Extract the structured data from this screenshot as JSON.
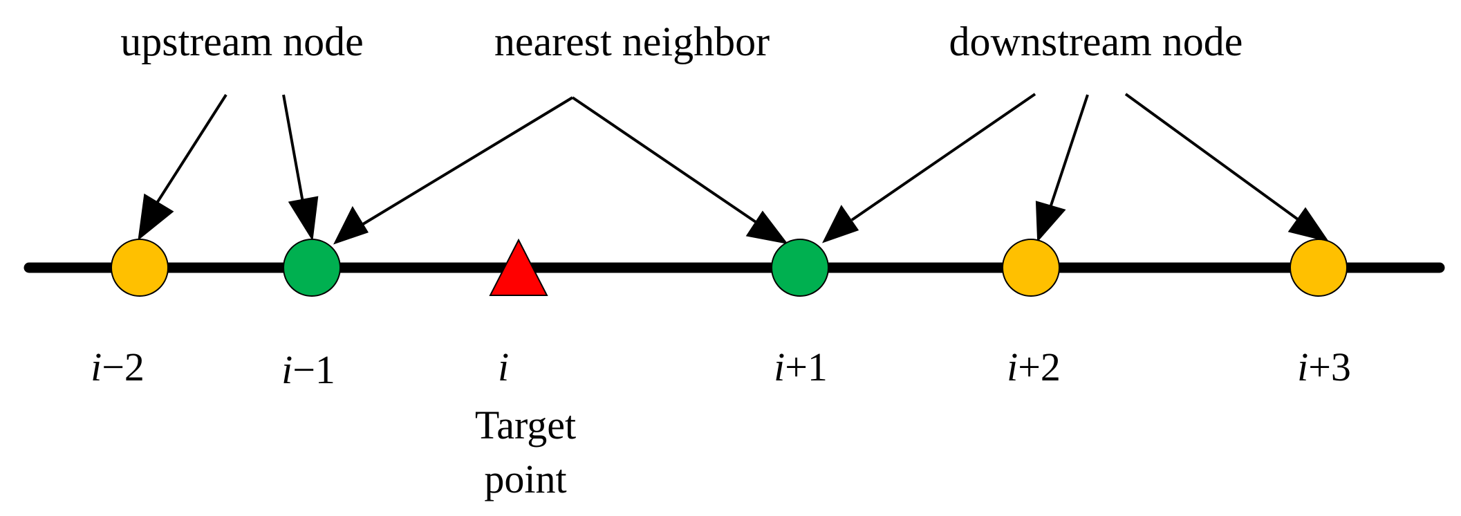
{
  "labels": {
    "upstream": "upstream node",
    "nearest": "nearest neighbor",
    "downstream": "downstream node",
    "target_line1": "Target",
    "target_line2": "point"
  },
  "nodes": [
    {
      "id": "i-2",
      "italic": "i",
      "suffix": "−2",
      "kind": "upstream"
    },
    {
      "id": "i-1",
      "italic": "i",
      "suffix": "−1",
      "kind": "nearest"
    },
    {
      "id": "i",
      "italic": "i",
      "suffix": "",
      "kind": "target"
    },
    {
      "id": "i+1",
      "italic": "i",
      "suffix": "+1",
      "kind": "nearest"
    },
    {
      "id": "i+2",
      "italic": "i",
      "suffix": "+2",
      "kind": "downstream"
    },
    {
      "id": "i+3",
      "italic": "i",
      "suffix": "+3",
      "kind": "downstream"
    }
  ],
  "colors": {
    "upstream_downstream_node": "#FFC000",
    "nearest_node": "#00B050",
    "target": "#FF0000",
    "line": "#000000"
  }
}
